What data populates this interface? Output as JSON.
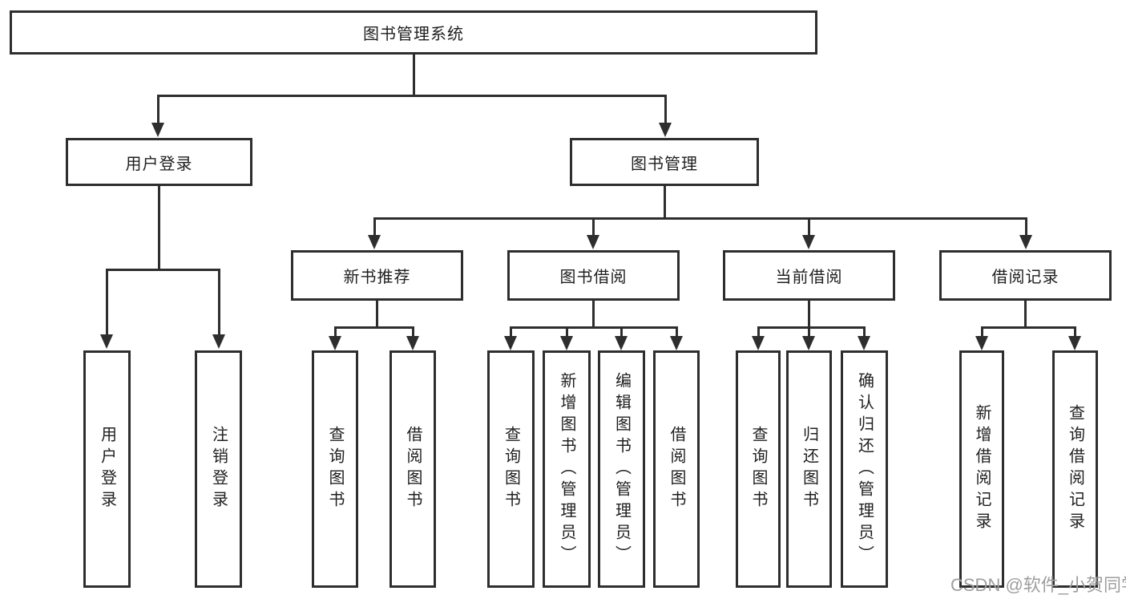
{
  "diagram": {
    "root": {
      "label": "图书管理系统"
    },
    "branches": [
      {
        "label": "用户登录",
        "children": [
          {
            "label": "用户登录"
          },
          {
            "label": "注销登录"
          }
        ]
      },
      {
        "label": "图书管理",
        "children": [
          {
            "label": "新书推荐",
            "children": [
              {
                "label": "查询图书"
              },
              {
                "label": "借阅图书"
              }
            ]
          },
          {
            "label": "图书借阅",
            "children": [
              {
                "label": "查询图书"
              },
              {
                "label": "新增图书（管理员）"
              },
              {
                "label": "编辑图书（管理员）"
              },
              {
                "label": "借阅图书"
              }
            ]
          },
          {
            "label": "当前借阅",
            "children": [
              {
                "label": "查询图书"
              },
              {
                "label": "归还图书"
              },
              {
                "label": "确认归还（管理员）"
              }
            ]
          },
          {
            "label": "借阅记录",
            "children": [
              {
                "label": "新增借阅记录"
              },
              {
                "label": "查询借阅记录"
              }
            ]
          }
        ]
      }
    ]
  },
  "watermark": {
    "text": "CSDN @软件_小贺同学",
    "color": "#9e9e9e"
  },
  "colors": {
    "line": "#2e2e2e",
    "text": "#1f1f1f",
    "background": "#ffffff"
  }
}
